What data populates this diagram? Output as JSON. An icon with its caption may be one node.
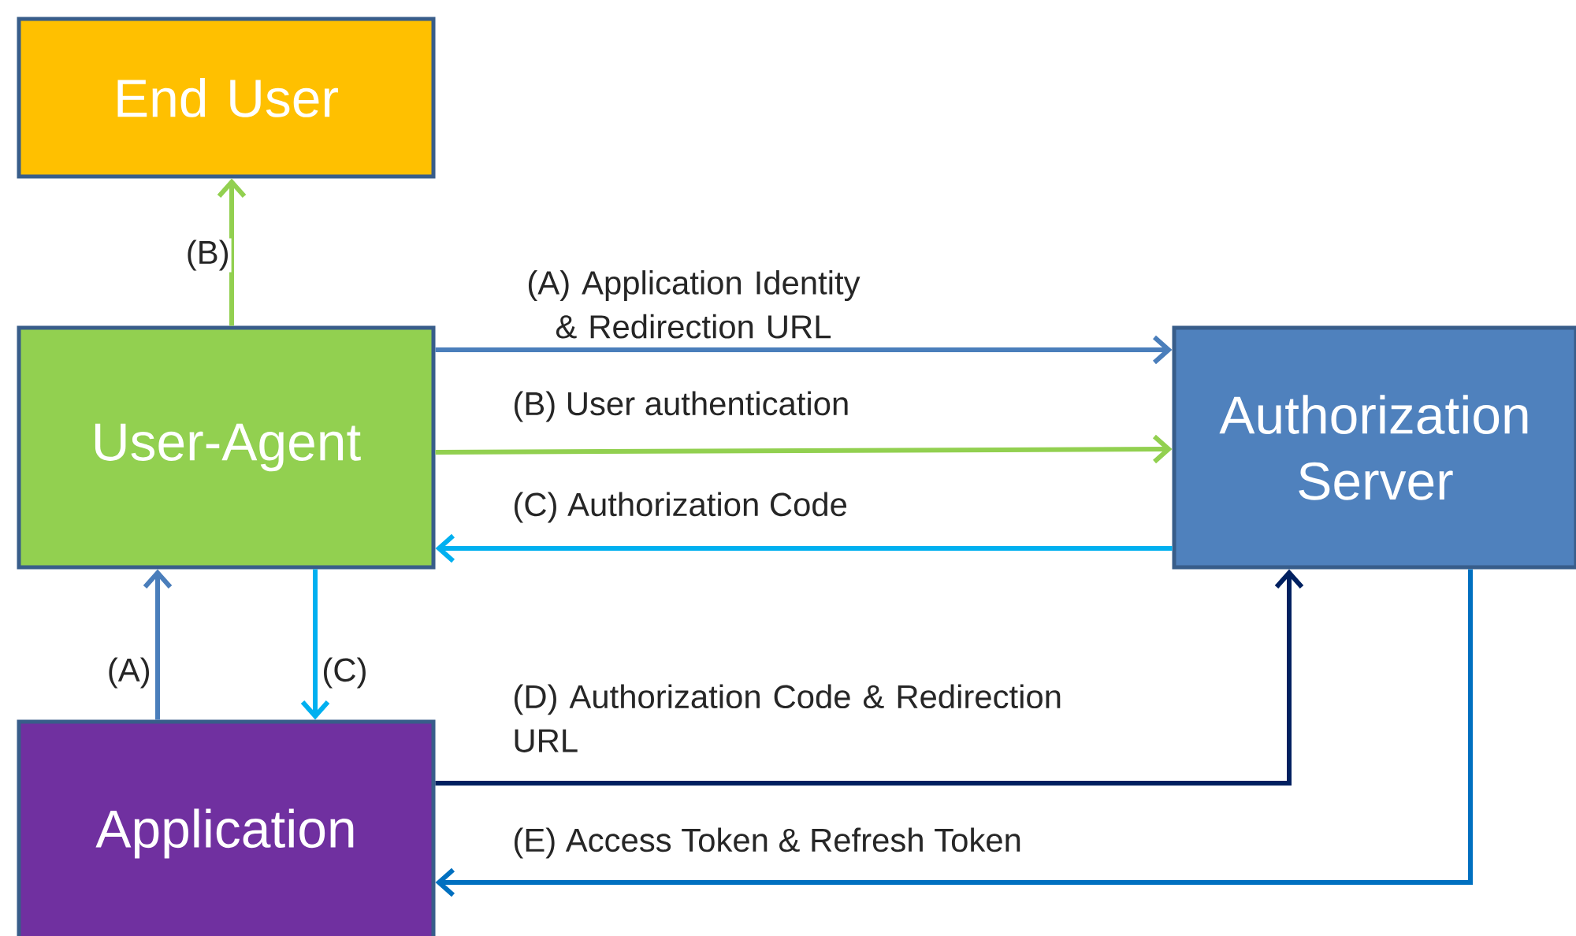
{
  "diagram": {
    "nodes": [
      {
        "text": [
          "End User"
        ]
      },
      {
        "text": [
          "User-Agent"
        ]
      },
      {
        "text": [
          "Authorization Server"
        ]
      },
      {
        "text": [
          "Application"
        ]
      }
    ],
    "edges": [
      {
        "from": 1,
        "to": 0,
        "arrow": "to",
        "label": "(B)",
        "color": "#92d050"
      },
      {
        "from": 1,
        "to": 2,
        "arrow": "to",
        "label": "(A) Application Identity & Redirection URL",
        "color": "#4a7ebb"
      },
      {
        "from": 1,
        "to": 2,
        "arrow": "to",
        "label": "(B) User authentication",
        "color": "#92d050"
      },
      {
        "from": 2,
        "to": 1,
        "arrow": "to",
        "label": "(C) Authorization Code",
        "color": "#00b0f0"
      },
      {
        "from": 3,
        "to": 1,
        "arrow": "to",
        "label": "(A)",
        "color": "#4a7ebb"
      },
      {
        "from": 1,
        "to": 3,
        "arrow": "to",
        "label": "(C)",
        "color": "#00b0f0"
      },
      {
        "from": 3,
        "to": 2,
        "arrow": "to",
        "label": "(D) Authorization Code & Redirection URL",
        "color": "#002060"
      },
      {
        "from": 2,
        "to": 3,
        "arrow": "to",
        "label": "(E) Access Token & Refresh Token",
        "color": "#0070c0"
      }
    ]
  }
}
